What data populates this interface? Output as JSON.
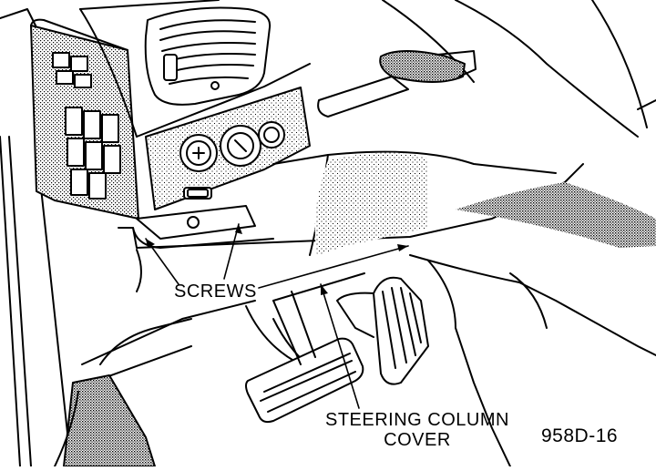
{
  "diagram": {
    "labels": {
      "screws": "SCREWS",
      "steering_column_cover_line1": "STEERING COLUMN",
      "steering_column_cover_line2": "COVER",
      "figure_id": "958D-16"
    }
  }
}
